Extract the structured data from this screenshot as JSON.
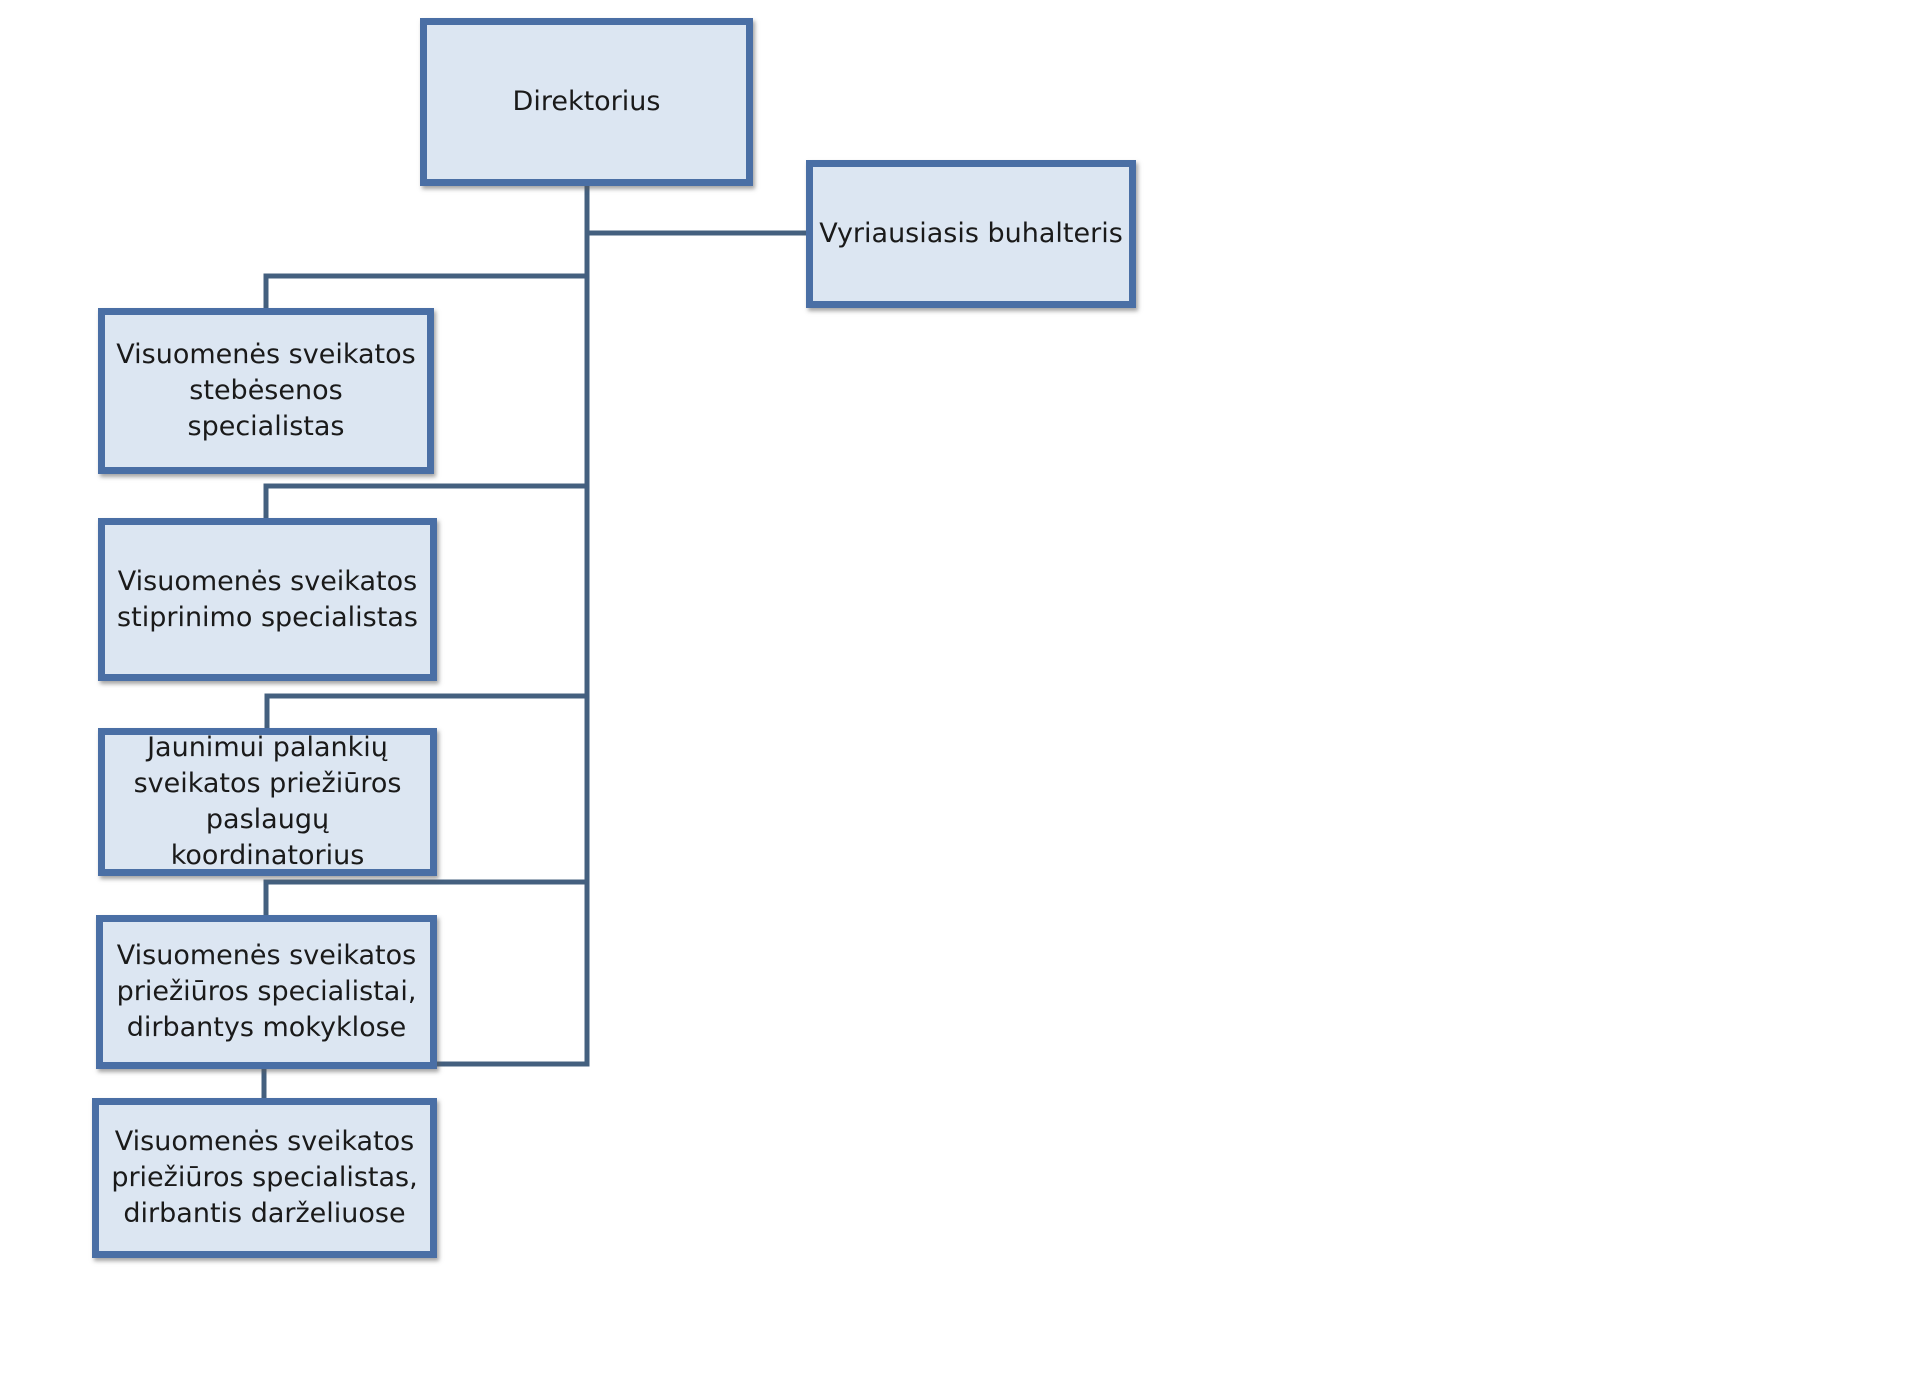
{
  "org_chart": {
    "director": {
      "label": "Direktorius"
    },
    "chief_accountant": {
      "label": "Vyriausiasis buhalteris"
    },
    "units": [
      {
        "label": "Visuomenės sveikatos\nstebėsenos specialistas"
      },
      {
        "label": "Visuomenės sveikatos\nstiprinimo specialistas"
      },
      {
        "label": "Jaunimui palankių\nsveikatos  priežiūros\npaslaugų koordinatorius"
      },
      {
        "label": "Visuomenės sveikatos\npriežiūros  specialistai,\ndirbantys mokyklose"
      },
      {
        "label": "Visuomenės sveikatos\npriežiūros  specialistas,\ndirbantis darželiuose"
      }
    ],
    "colors": {
      "box_fill": "#dce6f2",
      "box_border": "#4a6fa5",
      "connector": "#44607f",
      "text": "#1a1a1a"
    }
  }
}
